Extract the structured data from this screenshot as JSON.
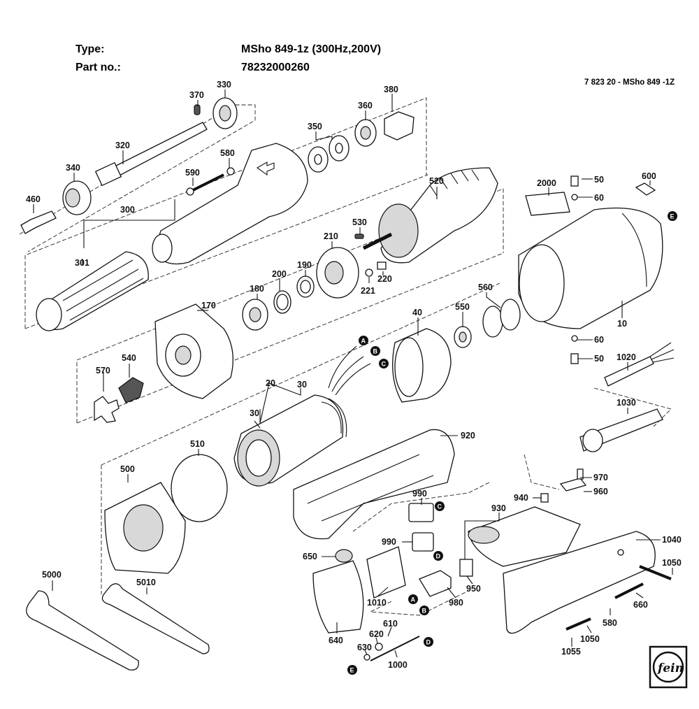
{
  "header": {
    "type_label": "Type:",
    "type_value": "MSho 849-1z (300Hz,200V)",
    "part_label": "Part no.:",
    "part_value": "78232000260",
    "drawing_code": "7 823 20 - MSho 849 -1Z"
  },
  "part_numbers": [
    "370",
    "330",
    "380",
    "360",
    "350",
    "320",
    "580",
    "590",
    "340",
    "460",
    "520",
    "2000",
    "50",
    "600",
    "60",
    "300",
    "301",
    "530",
    "210",
    "190",
    "220",
    "221",
    "200",
    "180",
    "560",
    "550",
    "40",
    "10",
    "170",
    "540",
    "570",
    "20",
    "30",
    "1020",
    "1030",
    "510",
    "500",
    "920",
    "970",
    "990",
    "940",
    "960",
    "930",
    "1040",
    "650",
    "1050",
    "5000",
    "5010",
    "1010",
    "980",
    "950",
    "660",
    "640",
    "610",
    "620",
    "630",
    "1000",
    "1055"
  ],
  "connector_markers": [
    "A",
    "B",
    "C",
    "D",
    "E"
  ],
  "logo_text": "fein"
}
